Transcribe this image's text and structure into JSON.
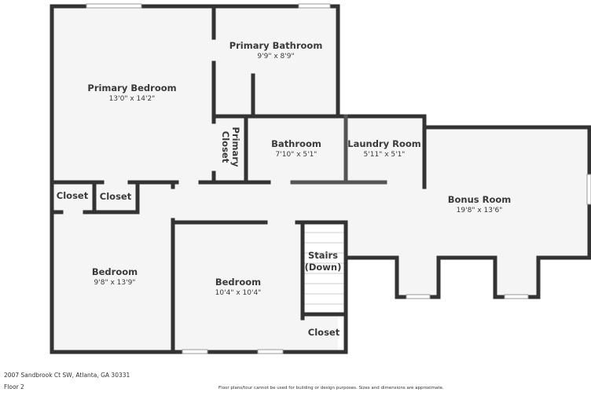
{
  "rooms": {
    "primary_bedroom": {
      "name": "Primary Bedroom",
      "dims": "13'0\" x 14'2\""
    },
    "primary_bathroom": {
      "name": "Primary Bathroom",
      "dims": "9'9\" x 8'9\""
    },
    "primary_closet": {
      "name": "Primary Closet"
    },
    "bathroom": {
      "name": "Bathroom",
      "dims": "7'10\" x 5'1\""
    },
    "laundry": {
      "name": "Laundry Room",
      "dims": "5'11\" x 5'1\""
    },
    "bonus": {
      "name": "Bonus Room",
      "dims": "19'8\" x 13'6\""
    },
    "closet1": {
      "name": "Closet"
    },
    "closet2": {
      "name": "Closet"
    },
    "closet3": {
      "name": "Closet"
    },
    "bedroom1": {
      "name": "Bedroom",
      "dims": "9'8\" x 13'9\""
    },
    "bedroom2": {
      "name": "Bedroom",
      "dims": "10'4\" x 10'4\""
    },
    "stairs": {
      "name": "Stairs (Down)"
    }
  },
  "footer": {
    "address": "2007 Sandbrook Ct SW, Atlanta, GA 30331",
    "floor": "Floor 2",
    "disclaimer": "Floor plans/tour cannot be used for building or design purposes. Sizes and dimensions are approximate."
  },
  "colors": {
    "wall": "#333333",
    "floor": "#f5f5f5"
  }
}
